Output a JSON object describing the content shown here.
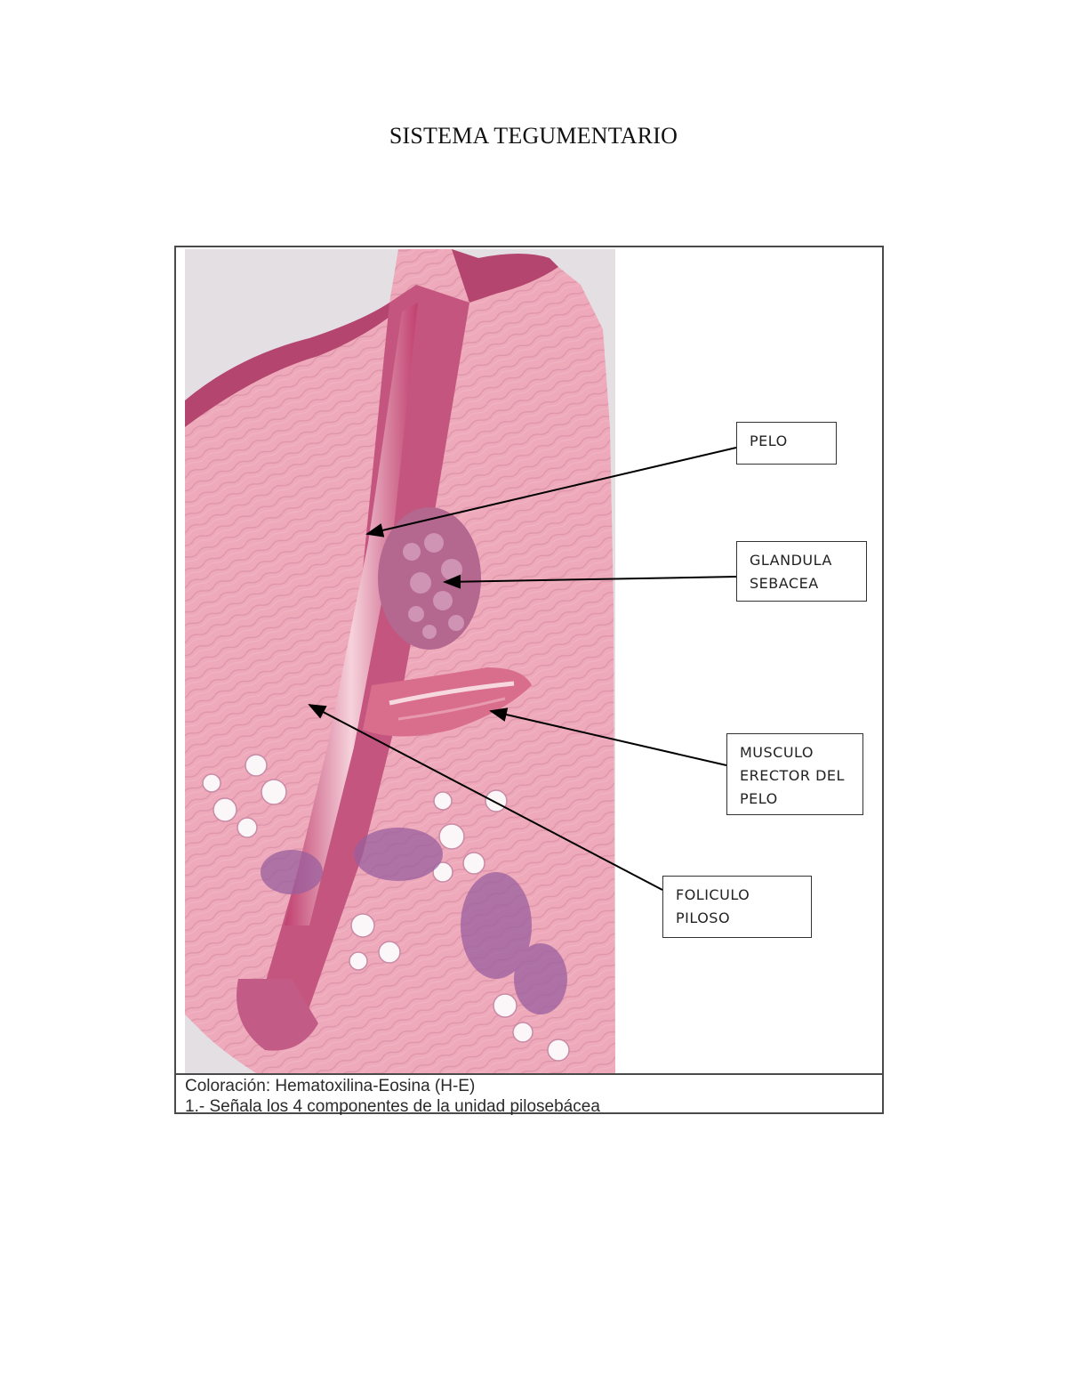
{
  "title": "SISTEMA TEGUMENTARIO",
  "figure": {
    "image": "histology-micrograph",
    "labels": {
      "pelo": "PELO",
      "glandula": "GLANDULA\nSEBACEA",
      "musculo": "MUSCULO\nERECTOR DEL\nPELO",
      "foliculo": "FOLICULO\nPILOSO"
    },
    "caption": {
      "line1": "Coloración: Hematoxilina-Eosina (H-E)",
      "line2": "1.- Señala los 4 componentes de la unidad pilosebácea"
    }
  },
  "colors": {
    "stain_pink": "#e8a0b4",
    "stain_dark": "#b4446f",
    "stain_purple": "#8e5a9a"
  }
}
